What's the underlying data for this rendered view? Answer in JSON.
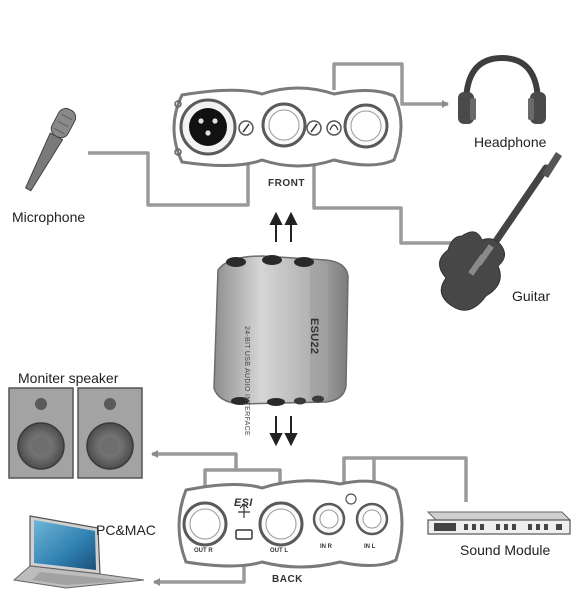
{
  "labels": {
    "microphone": "Microphone",
    "headphone": "Headphone",
    "guitar": "Guitar",
    "front": "FRONT",
    "back": "BACK",
    "moniter_speaker": "Moniter speaker",
    "pc_mac": "PC&MAC",
    "sound_module": "Sound Module"
  },
  "device": {
    "model": "ESU22",
    "subtitle": "24-BIT USB AUDIO INTERFACE",
    "brand": "ESI"
  },
  "back_panel": {
    "out_r": "OUT R",
    "out_l": "OUT L",
    "in_r": "IN R",
    "in_l": "IN L"
  },
  "colors": {
    "cable": "#9a9a9a",
    "panel_stroke": "#7a7a7a",
    "device_body": "#b8b8b8",
    "speaker_body": "#a3a3a3"
  }
}
